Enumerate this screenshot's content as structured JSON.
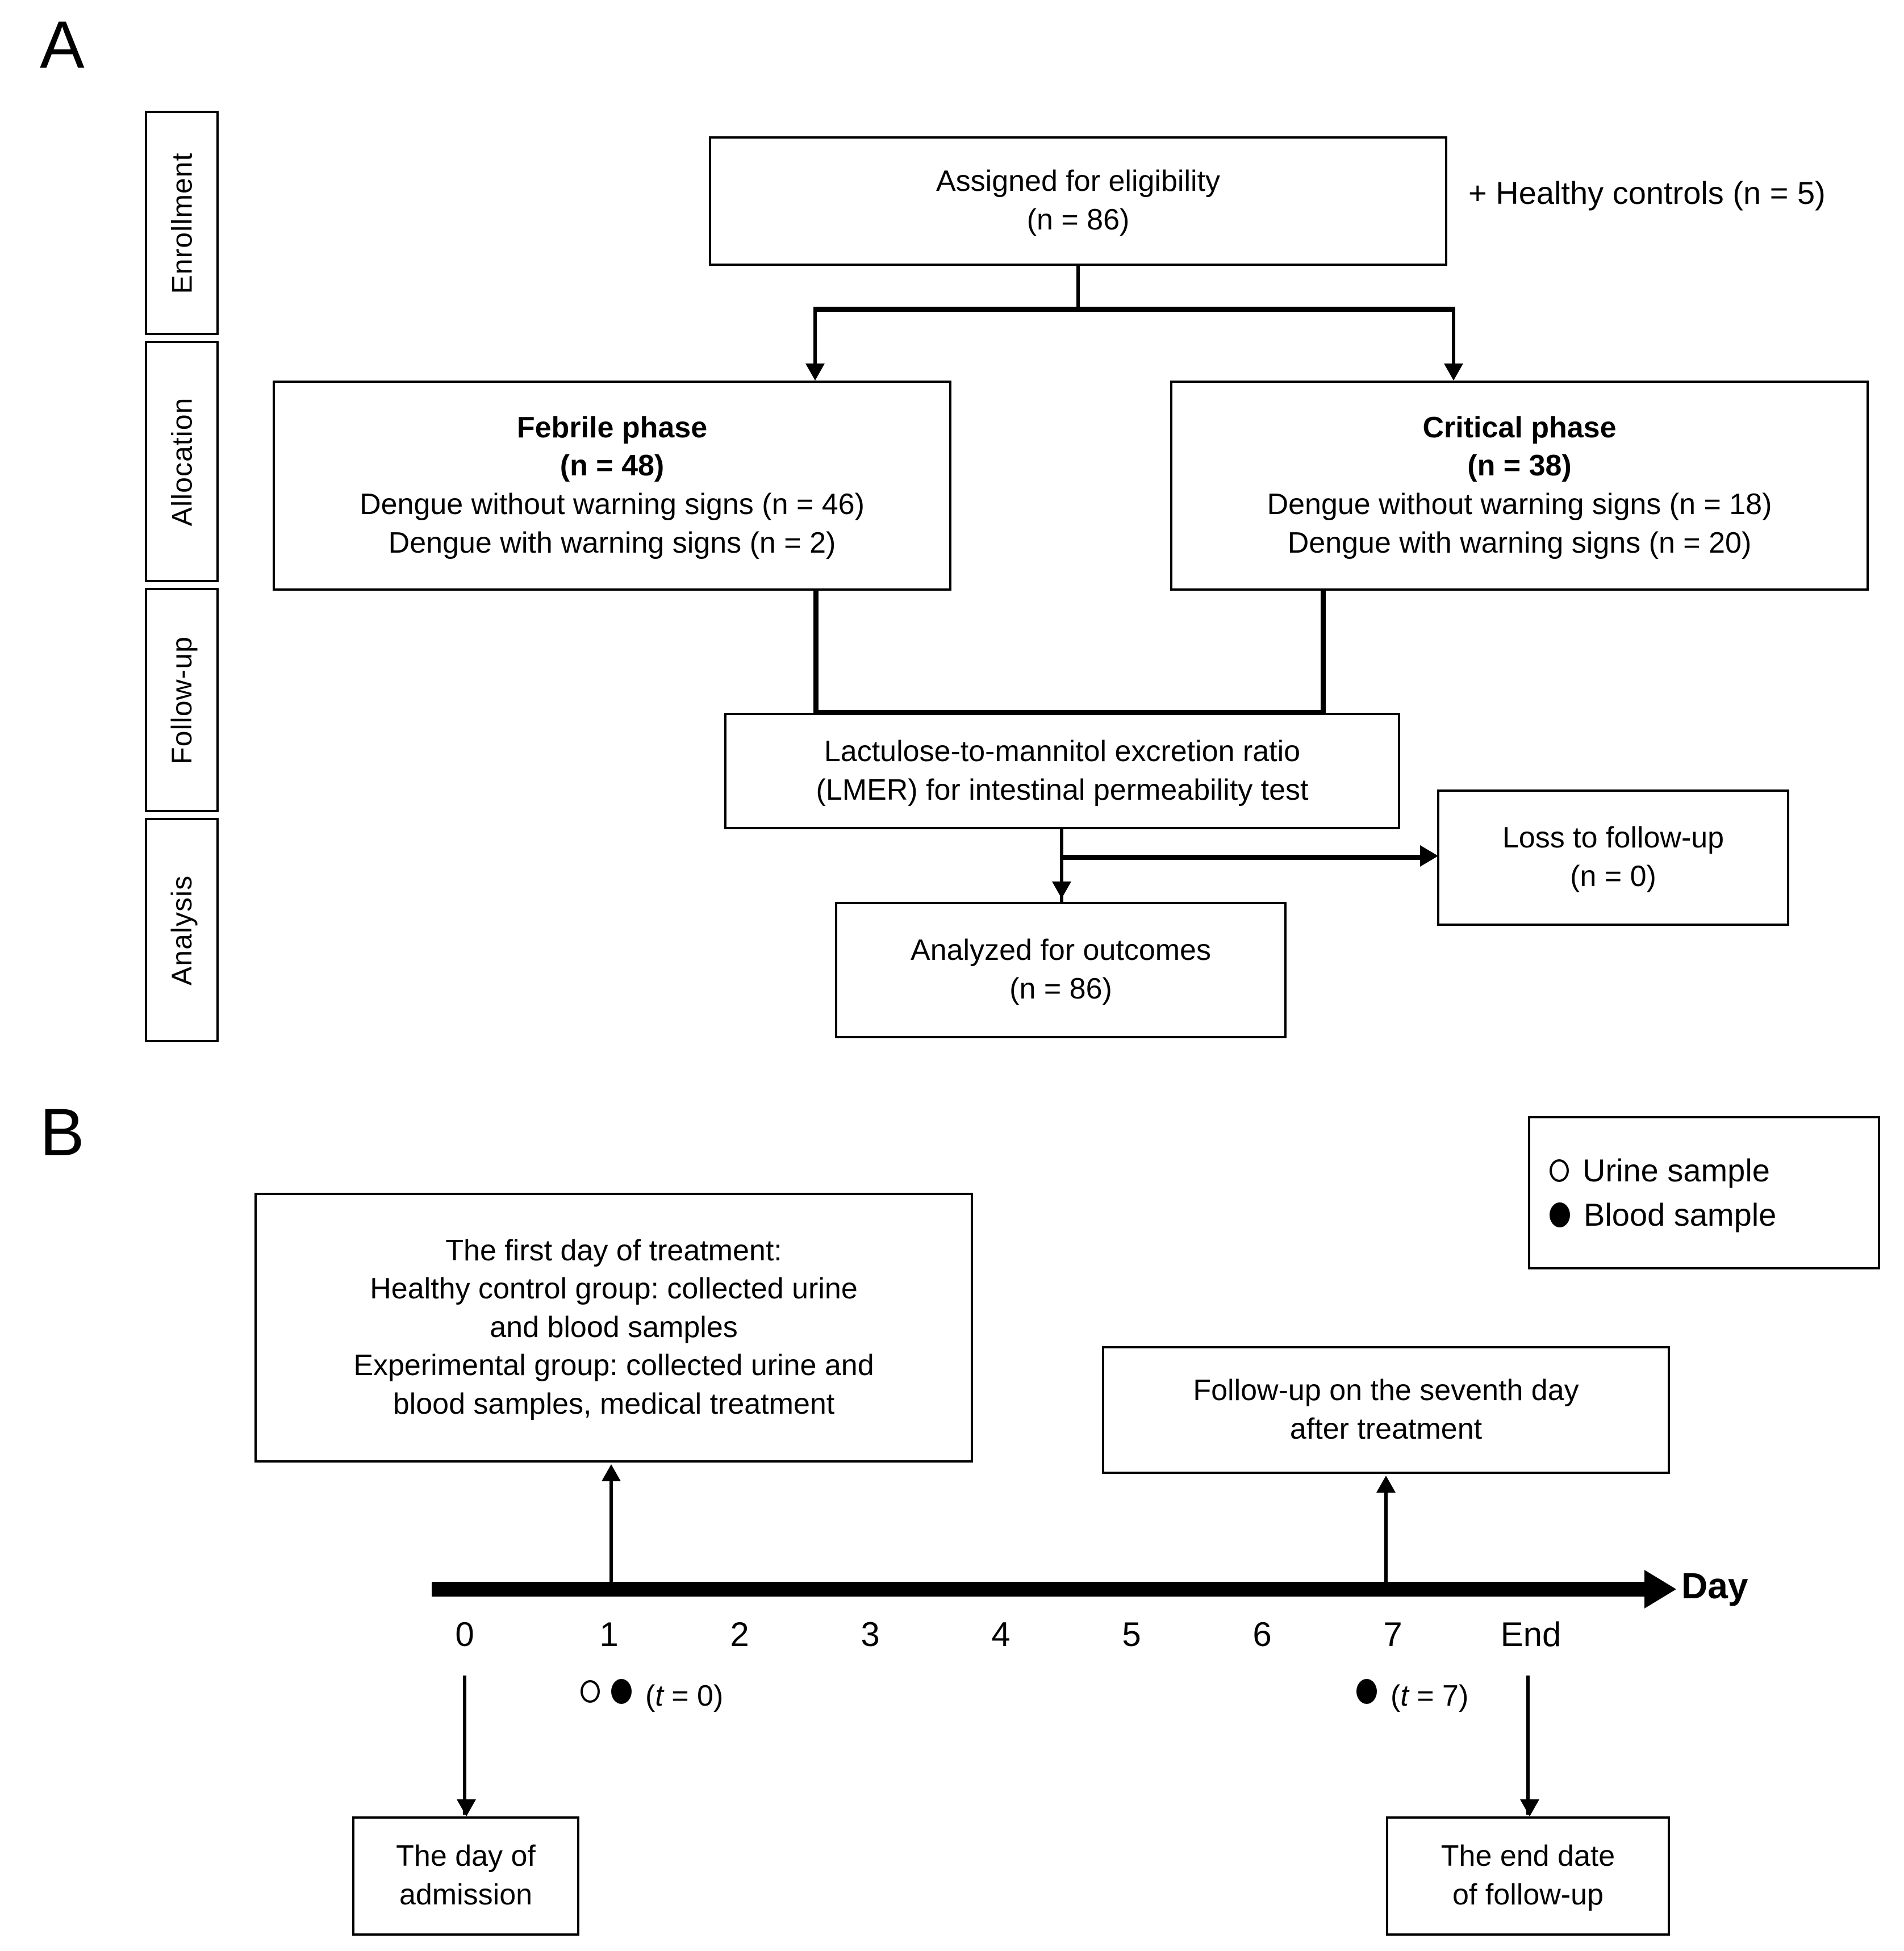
{
  "figure": {
    "panels": [
      {
        "letter": "A"
      },
      {
        "letter": "B"
      }
    ]
  },
  "panel_a": {
    "stages": [
      {
        "label": "Enrollment"
      },
      {
        "label": "Allocation"
      },
      {
        "label": "Follow-up"
      },
      {
        "label": "Analysis"
      }
    ],
    "boxes": {
      "eligibility": {
        "line1": "Assigned for eligibility",
        "line2": "(n = 86)"
      },
      "healthy_controls_note": "+ Healthy controls (n = 5)",
      "febrile": {
        "title": "Febrile phase",
        "count": "(n = 48)",
        "line1": "Dengue without warning signs (n = 46)",
        "line2": "Dengue with warning signs (n = 2)"
      },
      "critical": {
        "title": "Critical phase",
        "count": "(n = 38)",
        "line1": "Dengue without warning signs (n = 18)",
        "line2": "Dengue with warning signs (n = 20)"
      },
      "lmer": {
        "line1": "Lactulose-to-mannitol excretion ratio",
        "line2": "(LMER) for intestinal permeability test"
      },
      "loss": {
        "line1": "Loss to follow-up",
        "line2": "(n = 0)"
      },
      "analyzed": {
        "line1": "Analyzed for outcomes",
        "line2": "(n = 86)"
      }
    }
  },
  "panel_b": {
    "legend": {
      "items": [
        {
          "marker": "open-circle-icon",
          "label": "Urine sample"
        },
        {
          "marker": "filled-circle-icon",
          "label": "Blood sample"
        }
      ]
    },
    "treatment_box": {
      "line1": "The first day of treatment:",
      "line2": "Healthy control group: collected urine",
      "line3": "and blood samples",
      "line4": "Experimental group: collected urine and",
      "line5": "blood samples, medical treatment"
    },
    "followup_box": {
      "line1": "Follow-up on the seventh day",
      "line2": "after treatment"
    },
    "admission_box": {
      "line1": "The day of",
      "line2": "admission"
    },
    "enddate_box": {
      "line1": "The end date",
      "line2": "of follow-up"
    },
    "axis": {
      "title": "Day",
      "ticks": [
        "0",
        "1",
        "2",
        "3",
        "4",
        "5",
        "6",
        "7",
        "End"
      ]
    },
    "samples": [
      {
        "day": "1",
        "note_prefix": "(",
        "note_t": "t",
        "note_suffix": " = 0)",
        "markers": [
          "open-circle-icon",
          "filled-circle-icon"
        ]
      },
      {
        "day": "7",
        "note_prefix": "(",
        "note_t": "t",
        "note_suffix": " = 7)",
        "markers": [
          "filled-circle-icon"
        ]
      }
    ]
  }
}
